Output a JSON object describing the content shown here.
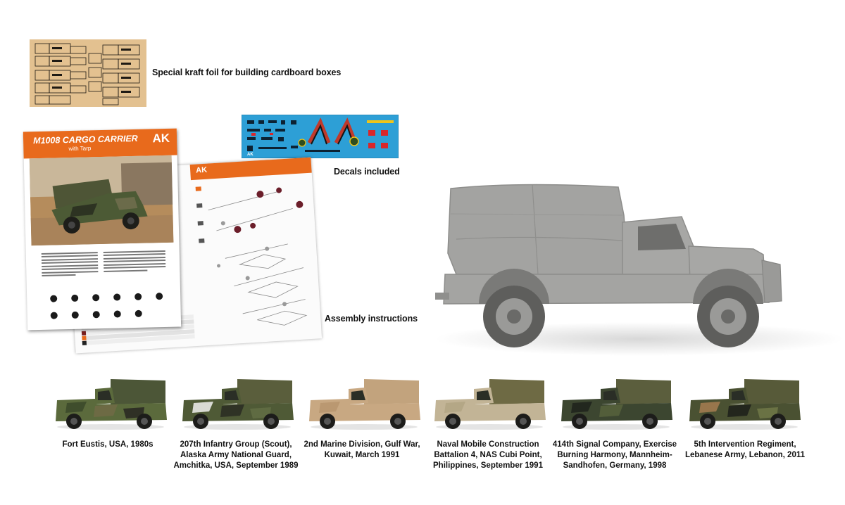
{
  "captions": {
    "kraft": "Special kraft foil for building cardboard boxes",
    "decals": "Decals included",
    "assembly": "Assembly instructions"
  },
  "booklet": {
    "title": "M1008 CARGO CARRIER",
    "subtitle": "with Tarp",
    "logo": "AK"
  },
  "colors": {
    "orange": "#e86a1c",
    "kraft": "#e3c190",
    "decal_sheet": "#2d9fd6",
    "grey_model": "#a4a4a2"
  },
  "schemes": [
    {
      "label": "Fort Eustis, USA, 1980s",
      "body": "#5b6a3c",
      "tarp": "#4c5637",
      "camo": [
        "#3c4a2a",
        "#6f6a45",
        "#2a2a22"
      ]
    },
    {
      "label": "207th Infantry Group (Scout), Alaska Army National Guard, Amchitka, USA, September 1989",
      "body": "#4f5a36",
      "tarp": "#5a5e3c",
      "camo": [
        "#e8e8e6",
        "#2b2d23",
        "#616d44"
      ]
    },
    {
      "label": "2nd Marine Division, Gulf War, Kuwait, March 1991",
      "body": "#c8a882",
      "tarp": "#c2a37d",
      "camo": [
        "#b8966f"
      ]
    },
    {
      "label": "Naval Mobile Construction Battalion 4, NAS Cubi Point, Philippines, September 1991",
      "body": "#c2b496",
      "tarp": "#6e6a44",
      "camo": [
        "#b3a584"
      ]
    },
    {
      "label": "414th Signal Company, Exercise Burning Harmony, Mannheim-Sandhofen, Germany, 1998",
      "body": "#3c4630",
      "tarp": "#5b5e3d",
      "camo": [
        "#1f231d",
        "#55613c"
      ]
    },
    {
      "label": "5th Intervention Regiment, Lebanese Army, Lebanon, 2011",
      "body": "#4a5132",
      "tarp": "#575a39",
      "camo": [
        "#a17a4f",
        "#1f211b",
        "#6e7546"
      ]
    }
  ]
}
